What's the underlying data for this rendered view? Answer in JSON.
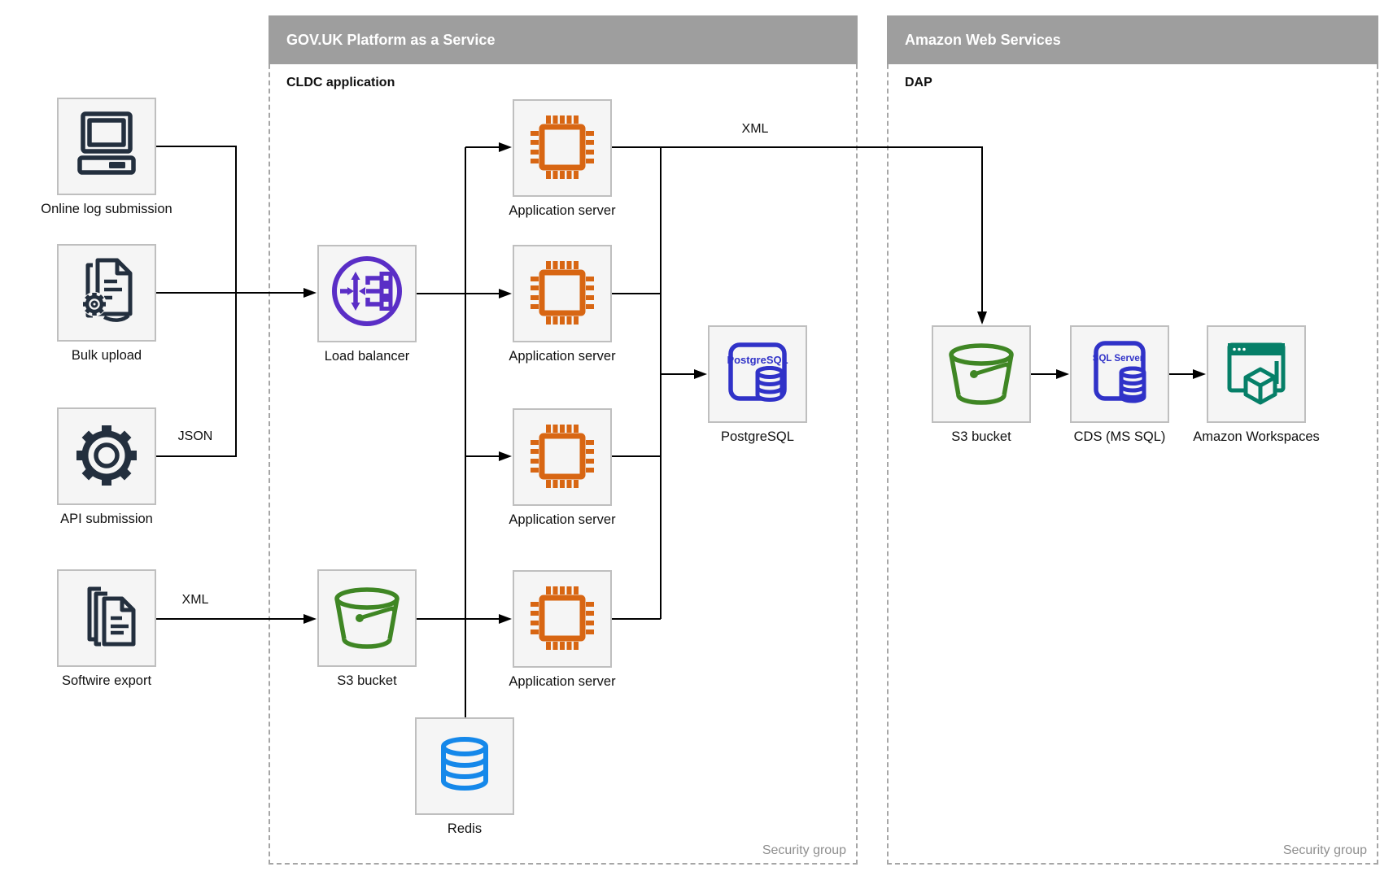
{
  "containers": {
    "paas": {
      "title": "GOV.UK Platform as a Service",
      "sublabel": "CLDC application",
      "footer": "Security group"
    },
    "aws": {
      "title": "Amazon Web Services",
      "sublabel": "DAP",
      "footer": "Security group"
    }
  },
  "nodes": {
    "online_log": {
      "label": "Online log submission"
    },
    "bulk_upload": {
      "label": "Bulk upload"
    },
    "api_submission": {
      "label": "API submission"
    },
    "softwire_export": {
      "label": "Softwire export"
    },
    "load_balancer": {
      "label": "Load balancer"
    },
    "app_server_1": {
      "label": "Application server"
    },
    "app_server_2": {
      "label": "Application server"
    },
    "app_server_3": {
      "label": "Application server"
    },
    "app_server_4": {
      "label": "Application server"
    },
    "s3_paas": {
      "label": "S3 bucket"
    },
    "redis": {
      "label": "Redis"
    },
    "postgresql": {
      "label": "PostgreSQL"
    },
    "s3_dap": {
      "label": "S3 bucket"
    },
    "cds": {
      "label": "CDS (MS SQL)"
    },
    "workspaces": {
      "label": "Amazon Workspaces"
    }
  },
  "edge_labels": {
    "json": "JSON",
    "xml_left": "XML",
    "xml_top": "XML"
  },
  "icon_texts": {
    "postgresql": "PostgreSQL",
    "sql_server": "SQL Server"
  },
  "colors": {
    "header_gray": "#9e9e9e",
    "navy": "#232f3e",
    "orange": "#d86613",
    "purple": "#5a2ec6",
    "green": "#3f8624",
    "redis_blue": "#1588ea",
    "indigo": "#3032c8",
    "teal": "#067f68"
  }
}
